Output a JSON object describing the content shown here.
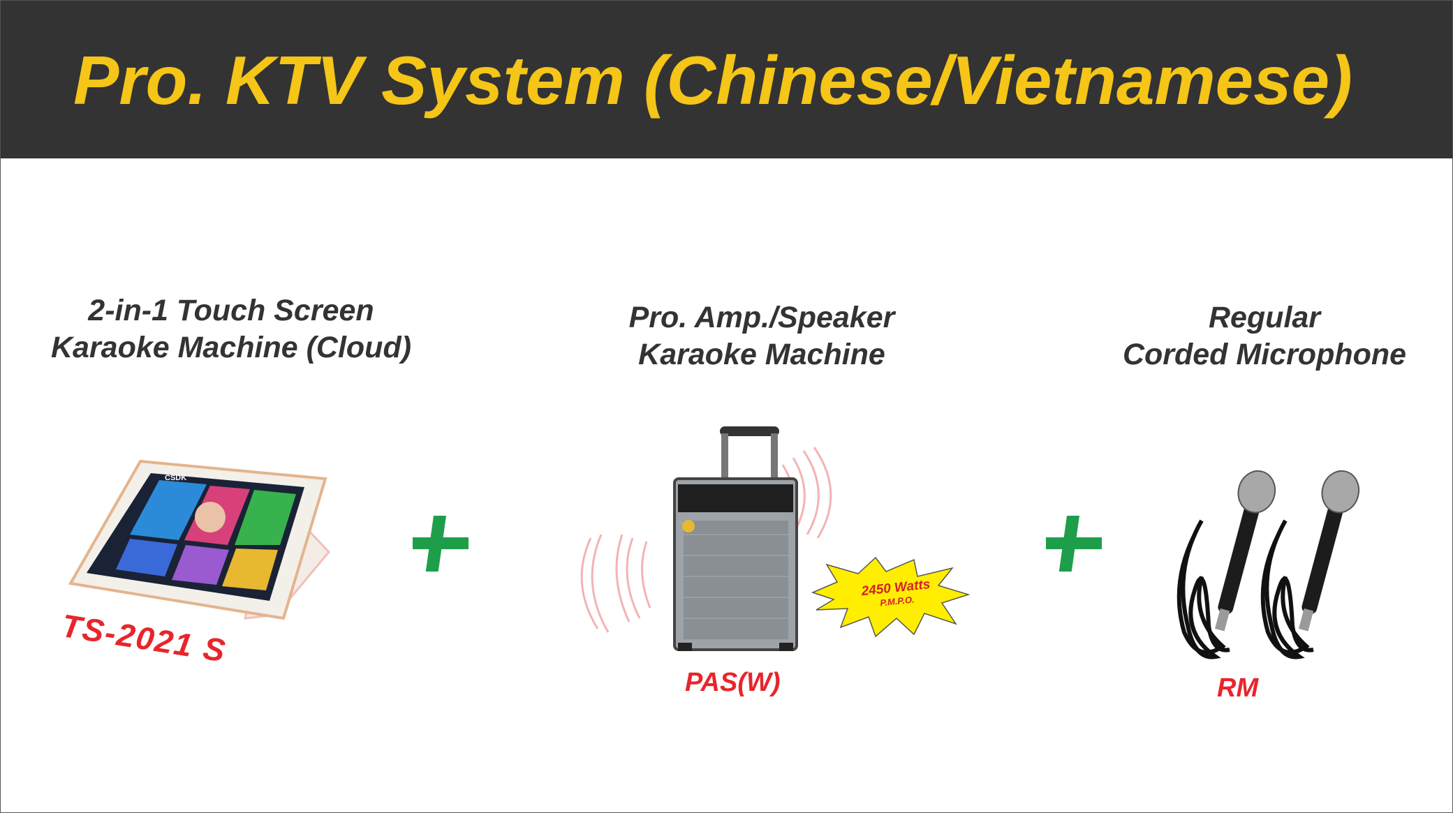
{
  "header": {
    "title": "Pro. KTV System (Chinese/Vietnamese)",
    "background": "#333333",
    "title_color": "#f5c518"
  },
  "products": [
    {
      "caption_line1": "2-in-1 Touch Screen",
      "caption_line2": "Karaoke Machine (Cloud)",
      "model": "TS-2021 S",
      "icon": "touch-screen-karaoke-image",
      "screen_brand": "CSDK"
    },
    {
      "caption_line1": "Pro. Amp./Speaker",
      "caption_line2": "Karaoke Machine",
      "model": "PAS(W)",
      "icon": "speaker-image",
      "badge": {
        "watts": "2450 Watts",
        "sub": "P.M.P.O.",
        "color": "#ffee00"
      }
    },
    {
      "caption_line1": "Regular",
      "caption_line2": "Corded Microphone",
      "model": "RM",
      "icon": "microphone-image"
    }
  ],
  "plus_sign": {
    "symbol": "+",
    "color": "#1e9e4a"
  },
  "model_color": "#e8252c"
}
